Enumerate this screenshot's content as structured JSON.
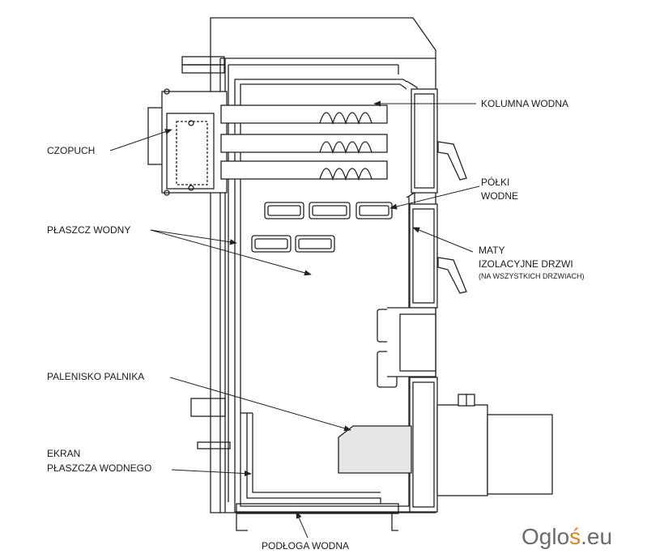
{
  "colors": {
    "stroke": "#222222",
    "burner": "#e6e6e6",
    "watermark": "#6b6b6b",
    "watermark_accent": "#e67e22"
  },
  "labels": {
    "kolumna": "KOLUMNA WODNA",
    "czopuch": "CZOPUCH",
    "polki_1": "PÓŁKI",
    "polki_2": "WODNE",
    "plaszcz": "PŁASZCZ WODNY",
    "maty_1": "MATY",
    "maty_2": "IZOLACYJNE DRZWI",
    "maty_3": "(NA WSZYSTKICH DRZWIACH)",
    "palenisko": "PALENISKO PALNIKA",
    "ekran_1": "EKRAN",
    "ekran_2": "PŁASZCZA WODNEGO",
    "podloga": "PODŁOGA WODNA"
  },
  "watermark": {
    "text_a": "Oglo",
    "accent": "ś",
    "text_b": ".eu"
  }
}
